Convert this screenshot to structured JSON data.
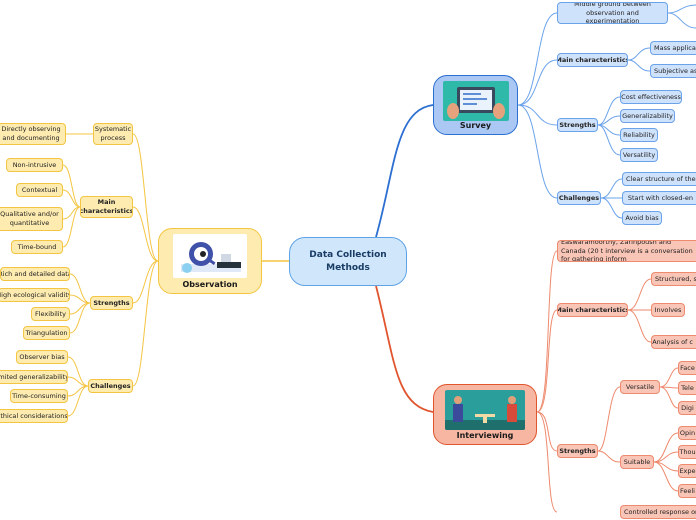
{
  "root": {
    "line1": "Data Collection",
    "line2": "Methods"
  },
  "observation": {
    "title": "Observation",
    "systematic": "Systematic process",
    "directly": "Directly observing and documenting",
    "main": "Main characteristics",
    "main_items": [
      "Non-intrusive",
      "Contextual",
      "Qualitative and/or quantitative",
      "Time-bound"
    ],
    "strengths": "Strengths",
    "strength_items": [
      "Rich and detailed data",
      "High ecological validity",
      "Flexibility",
      "Triangulation"
    ],
    "challenges": "Challenges",
    "challenge_items": [
      "Observer bias",
      "Limited generalizability",
      "Time-consuming",
      "Ethical considerations"
    ]
  },
  "survey": {
    "title": "Survey",
    "middle": "Middle ground between observation and experimentation",
    "main": "Main characteristics",
    "main_items": [
      "Mass applicat",
      "Subjective asp"
    ],
    "strengths": "Strengths",
    "strength_items": [
      "Cost effectiveness",
      "Generalizability",
      "Reliability",
      "Versatility"
    ],
    "challenges": "Challenges",
    "challenge_items": [
      "Clear structure of the qu",
      "Start with closed-en",
      "Avoid bias"
    ]
  },
  "interviewing": {
    "title": "Interviewing",
    "definition": "Easwaramoorthy, Zarinpoush and Canada (20 t interview is a conversation for gathering inform",
    "main": "Main characteristics",
    "main_items": [
      "Structured, se",
      "Involves",
      "Analysis of c"
    ],
    "strengths": "Strengths",
    "versatile": "Versatile",
    "versatile_items": [
      "Face",
      "Tele",
      "Digi"
    ],
    "suitable": "Suitable",
    "suitable_items": [
      "Opin",
      "Thou",
      "Expe",
      "Feeli"
    ],
    "controlled": "Controlled response ord"
  }
}
